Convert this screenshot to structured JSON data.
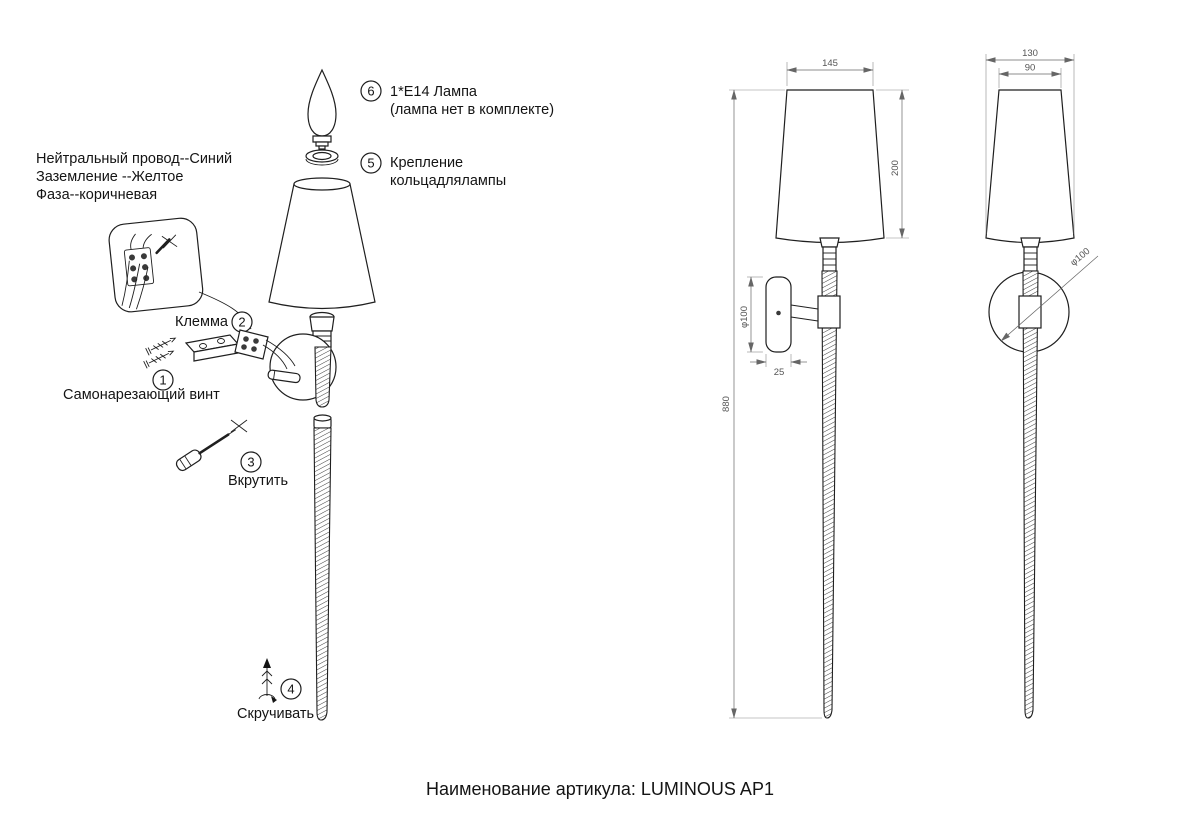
{
  "footer": {
    "label": "Наименование артикула: LUMINOUS AP1"
  },
  "wiring": {
    "line1": "Нейтральный провод--Синий",
    "line2": "Заземление --Желтое",
    "line3": "Фаза--коричневая"
  },
  "steps": {
    "s1": {
      "num": "1",
      "label": "Самонарезающий винт"
    },
    "s2": {
      "num": "2",
      "label": "Клемма"
    },
    "s3": {
      "num": "3",
      "label": "Вкрутить"
    },
    "s4": {
      "num": "4",
      "label": "Скручивать"
    },
    "s5": {
      "num": "5",
      "label_line1": "Крепление",
      "label_line2": "кольцадлялампы"
    },
    "s6": {
      "num": "6",
      "label_line1": "1*E14 Лампа",
      "label_line2": "(лампа нет в комплекте)"
    }
  },
  "dims": {
    "front": {
      "shade_width": "145",
      "shade_height": "200",
      "plate_diameter": "φ100",
      "plate_depth": "25",
      "total_height": "880"
    },
    "side": {
      "bottom_width": "130",
      "top_width": "90",
      "plate_diameter": "φ100"
    }
  }
}
